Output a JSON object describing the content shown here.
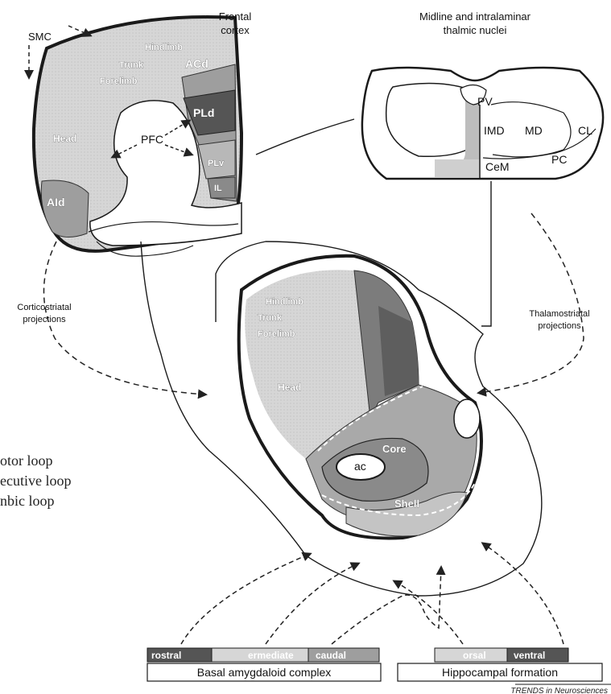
{
  "labels": {
    "smc": "SMC",
    "frontal_cortex": [
      "Frontal",
      "cortex"
    ],
    "thalamus_title": [
      "Midline and intralaminar",
      "thalmic nuclei"
    ],
    "cortex_regions": {
      "hindlimb": "Hindlimb",
      "trunk": "Trunk",
      "forelimb": "Forelimb",
      "head": "Head",
      "acd": "ACd",
      "pld": "PLd",
      "plv": "PLv",
      "il": "IL",
      "aid": "AId",
      "pfc": "PFC"
    },
    "thalamic_nuclei": {
      "pv": "PV",
      "imd": "IMD",
      "md": "MD",
      "cl": "CL",
      "pc": "PC",
      "cem": "CeM"
    },
    "corticostriatal": [
      "Corticostriatal",
      "projections"
    ],
    "thalamostriatal": [
      "Thalamostriatal",
      "projections"
    ],
    "striatum_regions": {
      "hindlimb": "Hindlimb",
      "trunk": "Trunk",
      "forelimb": "Forelimb",
      "head": "Head",
      "core": "Core",
      "ac": "ac",
      "shell": "Shell"
    },
    "loops": [
      "otor loop",
      "ecutive loop",
      "nbic loop"
    ],
    "amygdala_segments": [
      "rostral",
      "ermediate",
      "caudal"
    ],
    "hippocampal_segments": [
      "orsal",
      "ventral"
    ],
    "basal_amygdaloid": "Basal amygdaloid complex",
    "hippocampal_formation": "Hippocampal formation",
    "credit": "TRENDS in Neurosciences"
  },
  "colors": {
    "light_region": "#d9d9d9",
    "medium_region": "#9e9e9e",
    "dark_region": "#6a6a6a",
    "darkest_region": "#555555",
    "outline": "#1a1a1a",
    "background": "#ffffff"
  }
}
